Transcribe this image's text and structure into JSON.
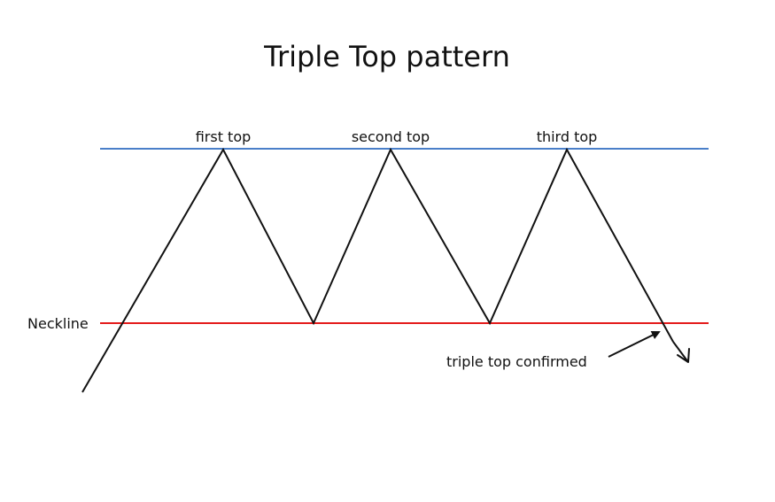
{
  "title": "Triple Top pattern",
  "labels": {
    "first_top": "first top",
    "second_top": "second top",
    "third_top": "third top",
    "neckline": "Neckline",
    "confirmation": "triple top confirmed"
  },
  "colors": {
    "resistance_line": "#4a7fc9",
    "neckline": "#e41b1b",
    "price_line": "#111111",
    "text": "#111111"
  }
}
